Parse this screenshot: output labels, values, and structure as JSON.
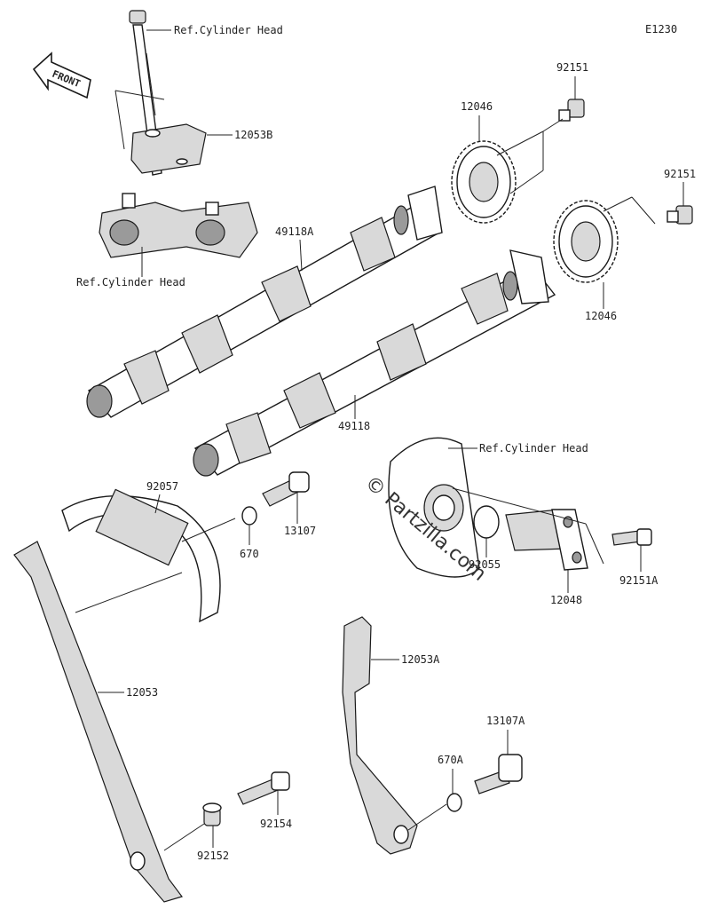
{
  "diagram_code": "E1230",
  "front_label": "FRONT",
  "watermark": "© Partzilla.com",
  "labels": {
    "ref_cyl_head_top": "Ref.Cylinder Head",
    "ref_cyl_head_left": "Ref.Cylinder Head",
    "ref_cyl_head_right": "Ref.Cylinder Head",
    "p12053B": "12053B",
    "p49118A": "49118A",
    "p49118": "49118",
    "p12046_top": "12046",
    "p12046_right": "12046",
    "p92151_top": "92151",
    "p92151_right": "92151",
    "p92057": "92057",
    "p670": "670",
    "p13107": "13107",
    "p12053": "12053",
    "p92055": "92055",
    "p12048": "12048",
    "p92151A": "92151A",
    "p12053A": "12053A",
    "p670A": "670A",
    "p13107A": "13107A",
    "p92154": "92154",
    "p92152": "92152"
  }
}
